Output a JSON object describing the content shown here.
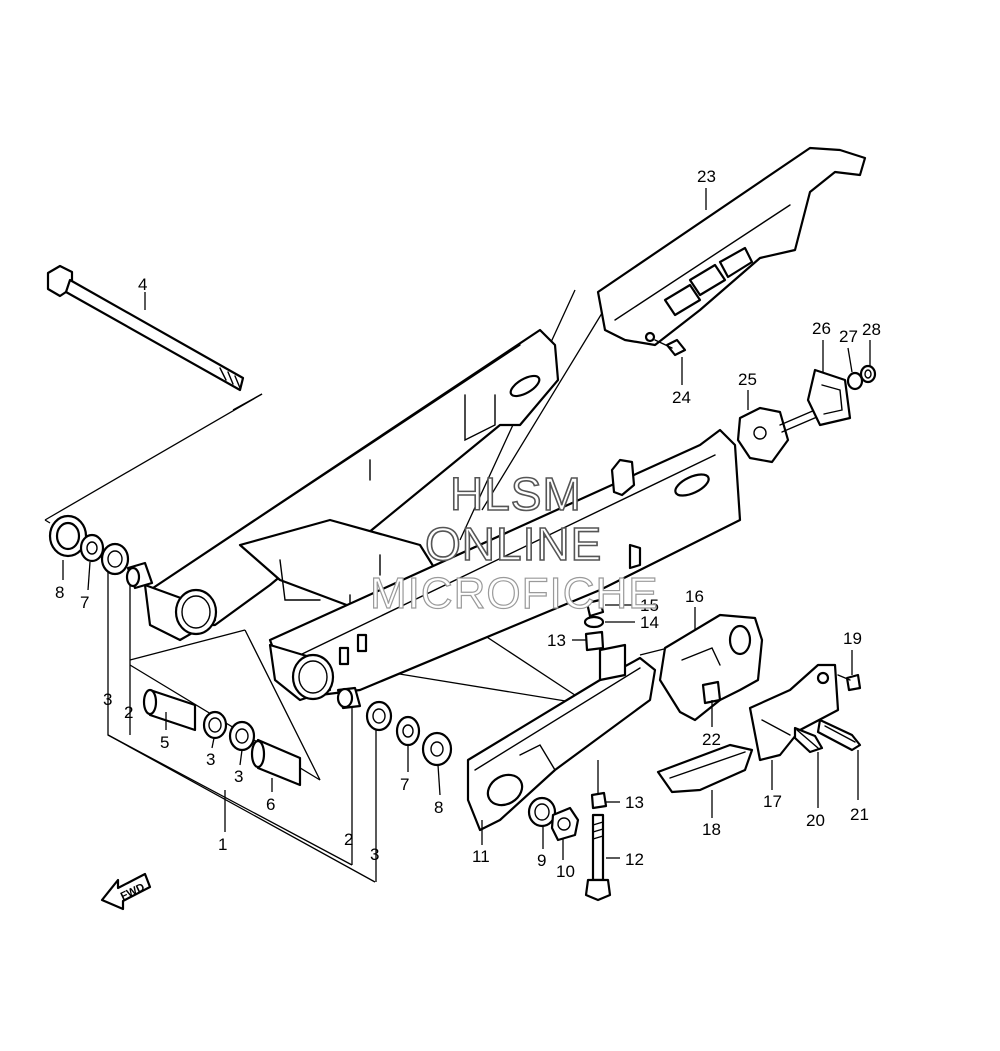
{
  "watermark": {
    "line1": "HLSM",
    "line2": "ONLINE",
    "line3": "MICROFICHE"
  },
  "direction_label": "FWD",
  "callouts": [
    "1",
    "2",
    "2",
    "3",
    "3",
    "3",
    "3",
    "4",
    "5",
    "6",
    "7",
    "7",
    "8",
    "8",
    "9",
    "10",
    "11",
    "12",
    "13",
    "13",
    "14",
    "15",
    "16",
    "17",
    "18",
    "19",
    "20",
    "21",
    "22",
    "23",
    "24",
    "25",
    "26",
    "27",
    "28"
  ],
  "colors": {
    "line": "#000000",
    "background": "#ffffff",
    "watermark_outline": "#555555"
  }
}
